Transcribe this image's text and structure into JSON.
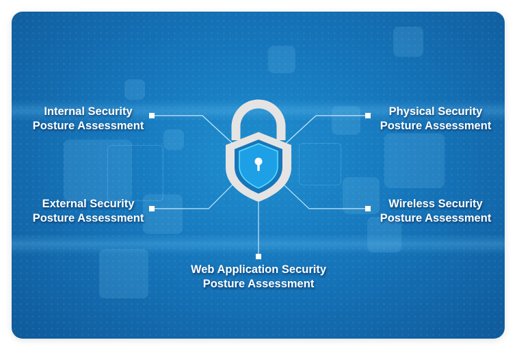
{
  "diagram": {
    "center": {
      "icon": "padlock-shield-icon",
      "keyhole": "keyhole-icon"
    },
    "items": [
      {
        "id": "internal",
        "line1": "Internal Security",
        "line2": "Posture Assessment"
      },
      {
        "id": "physical",
        "line1": "Physical Security",
        "line2": "Posture Assessment"
      },
      {
        "id": "external",
        "line1": "External Security",
        "line2": "Posture Assessment"
      },
      {
        "id": "wireless",
        "line1": "Wireless Security",
        "line2": "Posture Assessment"
      },
      {
        "id": "webapp",
        "line1": "Web Application Security",
        "line2": "Posture Assessment"
      }
    ]
  },
  "colors": {
    "background": "#1676bb",
    "lock_body": "#e6e4e2",
    "shield": "#1ea0e6",
    "glow": "#5fe0ff",
    "text": "#ffffff"
  }
}
